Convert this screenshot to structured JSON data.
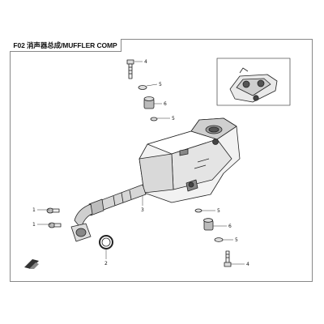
{
  "title": "F02 消声器总成/MUFFLER COMP",
  "callouts": {
    "c1a": "1",
    "c1b": "1",
    "c2": "2",
    "c3": "3",
    "c4a": "4",
    "c4b": "4",
    "c5a": "5",
    "c5b": "5",
    "c5c": "5",
    "c5d": "5",
    "c6a": "6",
    "c6b": "6"
  }
}
